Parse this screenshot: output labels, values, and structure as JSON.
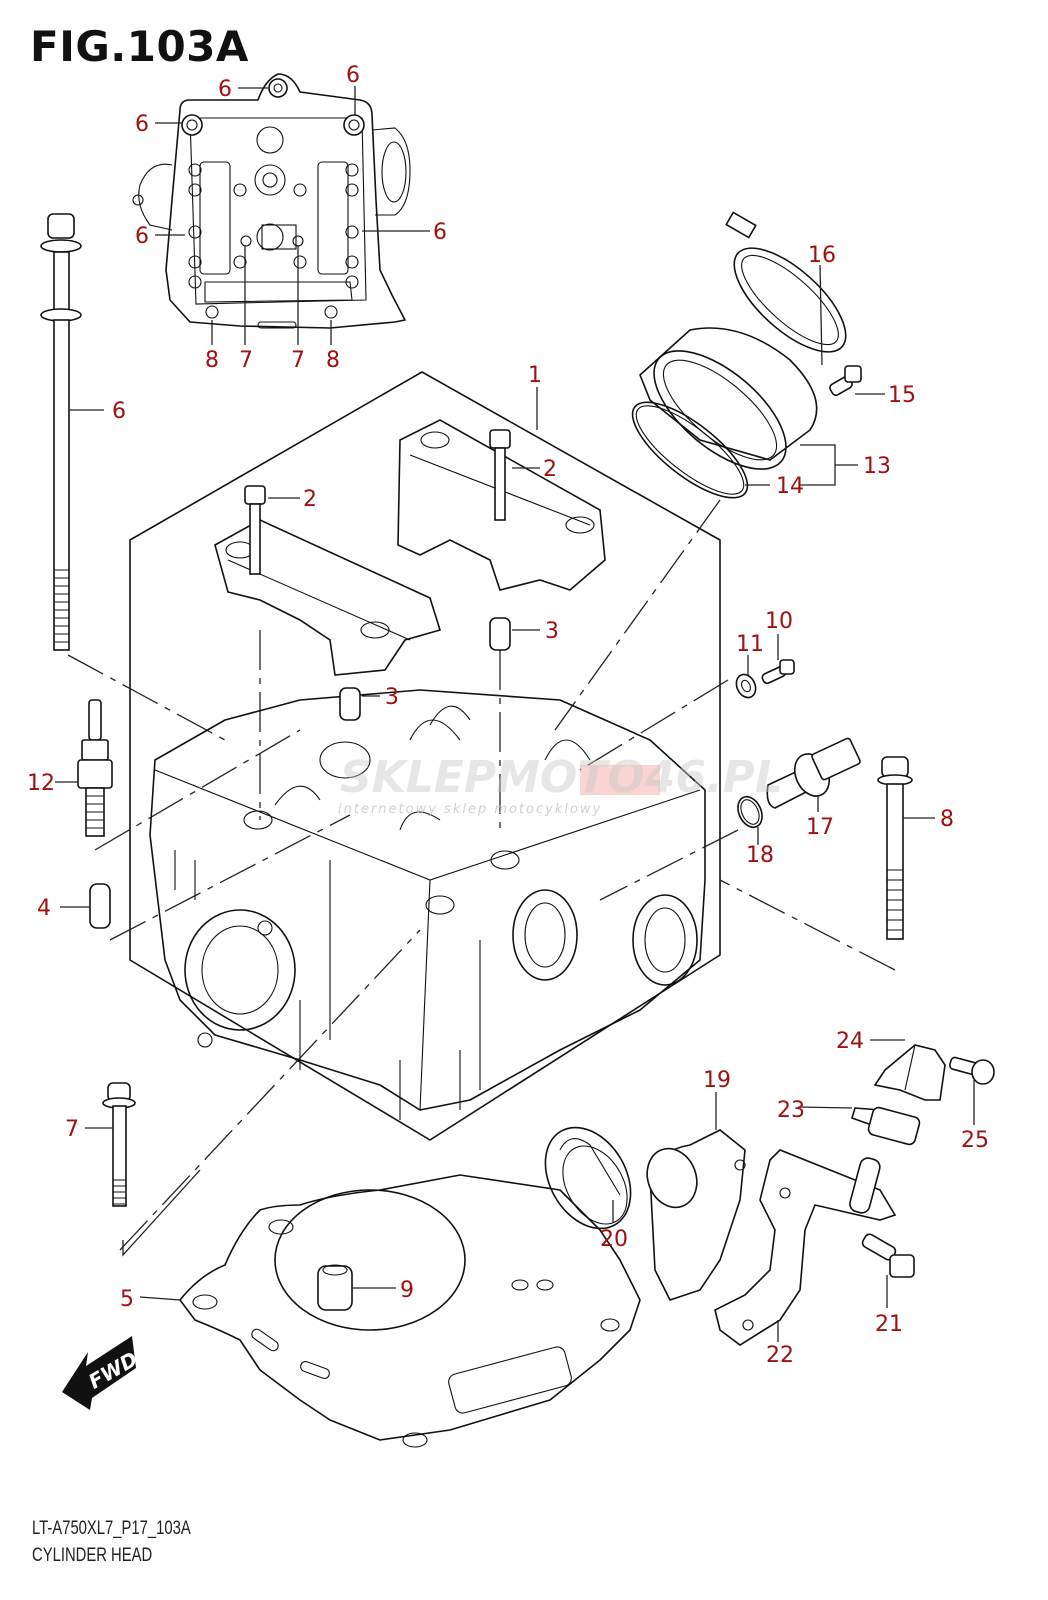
{
  "figure": {
    "title": "FIG.103A",
    "code": "LT-A750XL7_P17_103A",
    "name": "CYLINDER HEAD"
  },
  "watermark": {
    "brand": "SKLEPMOTO46.PL",
    "tagline": "internetowy sklep motocyklowy"
  },
  "fwd_label": "FWD",
  "accent_color": "#a01010",
  "callouts": [
    {
      "id": "c1",
      "label": "1"
    },
    {
      "id": "c2a",
      "label": "2"
    },
    {
      "id": "c2b",
      "label": "2"
    },
    {
      "id": "c3a",
      "label": "3"
    },
    {
      "id": "c3b",
      "label": "3"
    },
    {
      "id": "c4",
      "label": "4"
    },
    {
      "id": "c5",
      "label": "5"
    },
    {
      "id": "c6a",
      "label": "6"
    },
    {
      "id": "c6b",
      "label": "6"
    },
    {
      "id": "c6c",
      "label": "6"
    },
    {
      "id": "c6d",
      "label": "6"
    },
    {
      "id": "c6e",
      "label": "6"
    },
    {
      "id": "c6f",
      "label": "6"
    },
    {
      "id": "c7a",
      "label": "7"
    },
    {
      "id": "c7b",
      "label": "7"
    },
    {
      "id": "c7c",
      "label": "7"
    },
    {
      "id": "c8a",
      "label": "8"
    },
    {
      "id": "c8b",
      "label": "8"
    },
    {
      "id": "c8c",
      "label": "8"
    },
    {
      "id": "c9",
      "label": "9"
    },
    {
      "id": "c10",
      "label": "10"
    },
    {
      "id": "c11",
      "label": "11"
    },
    {
      "id": "c12",
      "label": "12"
    },
    {
      "id": "c13",
      "label": "13"
    },
    {
      "id": "c14",
      "label": "14"
    },
    {
      "id": "c15",
      "label": "15"
    },
    {
      "id": "c16",
      "label": "16"
    },
    {
      "id": "c17",
      "label": "17"
    },
    {
      "id": "c18",
      "label": "18"
    },
    {
      "id": "c19",
      "label": "19"
    },
    {
      "id": "c20",
      "label": "20"
    },
    {
      "id": "c21",
      "label": "21"
    },
    {
      "id": "c22",
      "label": "22"
    },
    {
      "id": "c23",
      "label": "23"
    },
    {
      "id": "c24",
      "label": "24"
    },
    {
      "id": "c25",
      "label": "25"
    }
  ]
}
